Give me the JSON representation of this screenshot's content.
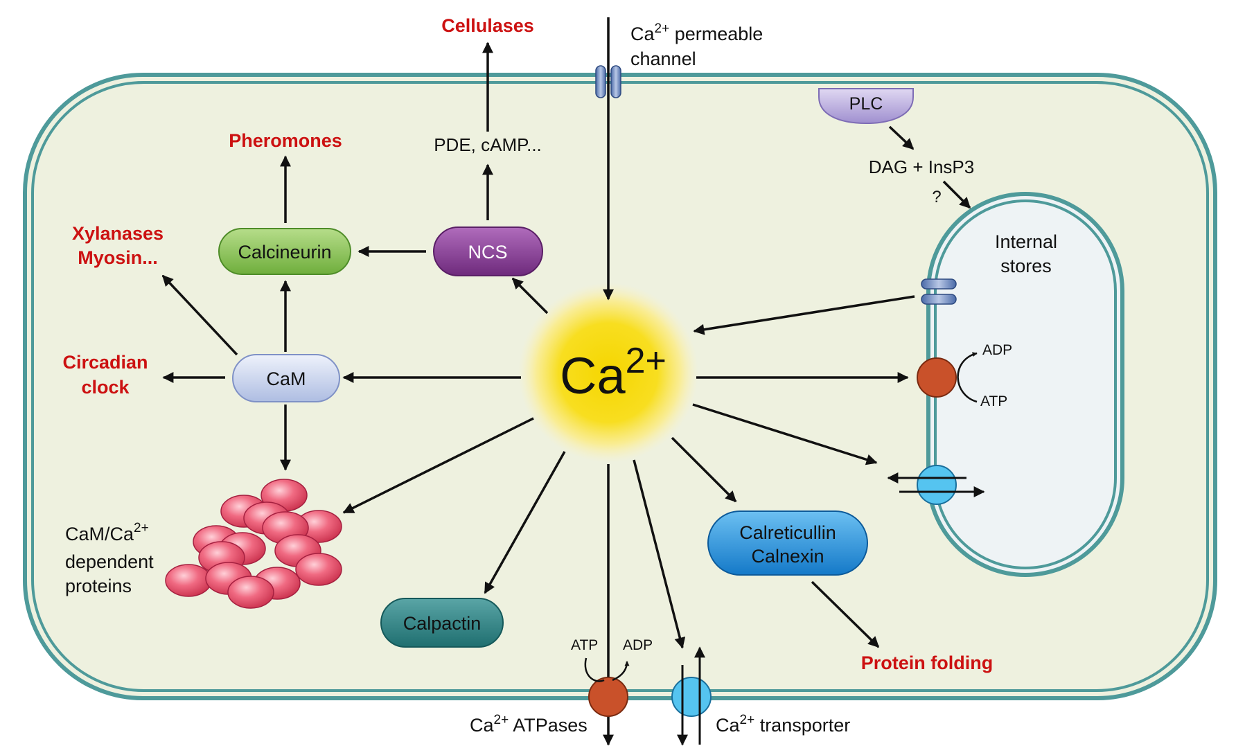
{
  "ca_center": {
    "base": "Ca",
    "sup": "2+"
  },
  "membrane": {
    "channel": {
      "base": "Ca",
      "sup": "2+",
      "line1_rest": " permeable",
      "line2": "channel"
    },
    "atpase": {
      "base": "Ca",
      "sup": "2+",
      "rest": " ATPases"
    },
    "transporter": {
      "base": "Ca",
      "sup": "2+",
      "rest": " transporter"
    },
    "atp": "ATP",
    "adp": "ADP"
  },
  "nodes": {
    "calcineurin": "Calcineurin",
    "ncs": "NCS",
    "cam": "CaM",
    "calpactin": "Calpactin",
    "calreticulin_line1": "Calreticullin",
    "calreticulin_line2": "Calnexin",
    "plc": "PLC"
  },
  "labels": {
    "pde": "PDE, cAMP...",
    "dag": "DAG + InsP3",
    "question": "?",
    "internal_line1": "Internal",
    "internal_line2": "stores",
    "store_adp": "ADP",
    "store_atp": "ATP",
    "cam_dep": {
      "line1_base": "CaM/Ca",
      "line1_sup": "2+",
      "line2": "dependent",
      "line3": "proteins"
    }
  },
  "outputs": {
    "cellulases": "Cellulases",
    "pheromones": "Pheromones",
    "xylanases": "Xylanases",
    "myosin": "Myosin...",
    "circadian_line1": "Circadian",
    "circadian_line2": "clock",
    "protein_folding": "Protein folding"
  },
  "colors": {
    "cell_fill": "#eef1df",
    "membrane": "#4e9a9a",
    "store_fill": "#eef3f5",
    "glow": "#f7d400",
    "output_red": "#cc1111",
    "calcineurin": "#8cc45a",
    "ncs": "#8a3a95",
    "cam": "#c8d4ee",
    "calpactin": "#2c7f80",
    "calreticulin": "#1e8ad6",
    "plc": "#b4a6d8",
    "pump": "#c9512a",
    "transporter": "#55c4f0",
    "protein": "#e8506a"
  }
}
